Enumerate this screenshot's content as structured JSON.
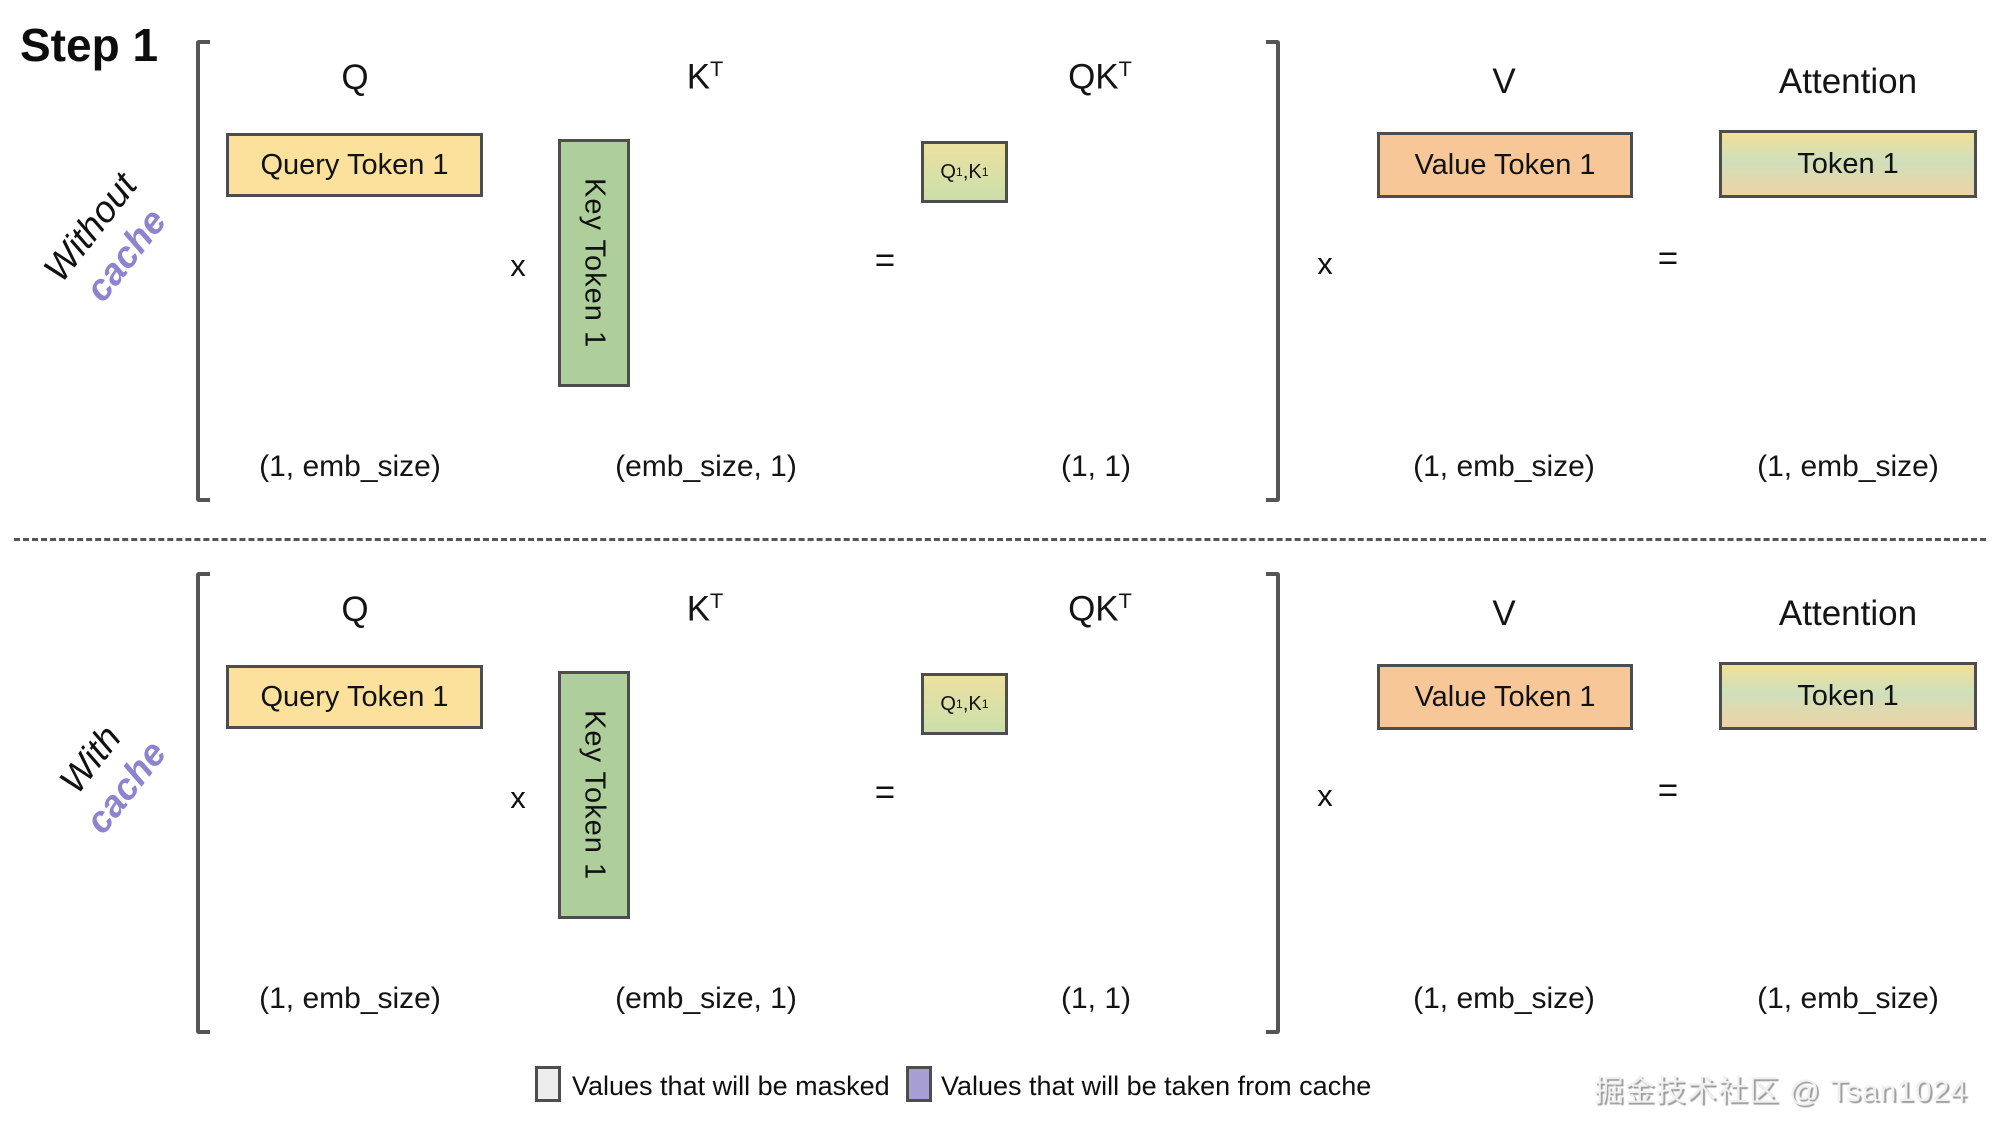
{
  "title": "Step 1",
  "rows": [
    {
      "side_label": {
        "line1": "Without",
        "line2": "cache"
      },
      "headers": {
        "q": "Q",
        "k_base": "K",
        "k_sup": "T",
        "qk_base": "QK",
        "qk_sup": "T",
        "v": "V",
        "attention": "Attention"
      },
      "boxes": {
        "query": "Query Token 1",
        "key": "Key Token 1",
        "qk": {
          "q_base": "Q",
          "q_sub": "1",
          "comma": ",",
          "k_base": "K",
          "k_sub": "1"
        },
        "value": "Value Token 1",
        "attention": "Token 1"
      },
      "operators": {
        "multiply1": "x",
        "equals1": "=",
        "multiply2": "x",
        "equals2": "="
      },
      "dims": {
        "q": "(1, emb_size)",
        "k": "(emb_size, 1)",
        "qk": "(1, 1)",
        "v": "(1, emb_size)",
        "attention": "(1, emb_size)"
      }
    },
    {
      "side_label": {
        "line1": "With",
        "line2": "cache"
      },
      "headers": {
        "q": "Q",
        "k_base": "K",
        "k_sup": "T",
        "qk_base": "QK",
        "qk_sup": "T",
        "v": "V",
        "attention": "Attention"
      },
      "boxes": {
        "query": "Query Token 1",
        "key": "Key Token 1",
        "qk": {
          "q_base": "Q",
          "q_sub": "1",
          "comma": ",",
          "k_base": "K",
          "k_sub": "1"
        },
        "value": "Value Token 1",
        "attention": "Token 1"
      },
      "operators": {
        "multiply1": "x",
        "equals1": "=",
        "multiply2": "x",
        "equals2": "="
      },
      "dims": {
        "q": "(1, emb_size)",
        "k": "(emb_size, 1)",
        "qk": "(1, 1)",
        "v": "(1, emb_size)",
        "attention": "(1, emb_size)"
      }
    }
  ],
  "legend": {
    "masked": {
      "label": "Values that will be masked",
      "swatch_color": "#ededed"
    },
    "cache": {
      "label": "Values that will be taken from cache",
      "swatch_color": "#a79fd4"
    }
  },
  "watermark": "掘金技术社区 @ Tsan1024",
  "colors": {
    "query_box": "#fbe19b",
    "key_box": "#aecf9c",
    "value_box": "#f8c797",
    "qk_box_gradient_top": "#ece1a0",
    "qk_box_gradient_bottom": "#cbdfab",
    "attention_box_gradient_top": "#f1e098",
    "attention_box_gradient_mid": "#cfe0ba",
    "attention_box_gradient_bottom": "#eed3a6",
    "cache_label_text": "#8d84cf",
    "box_border": "#4d4d4d",
    "bracket_line": "#555555"
  }
}
